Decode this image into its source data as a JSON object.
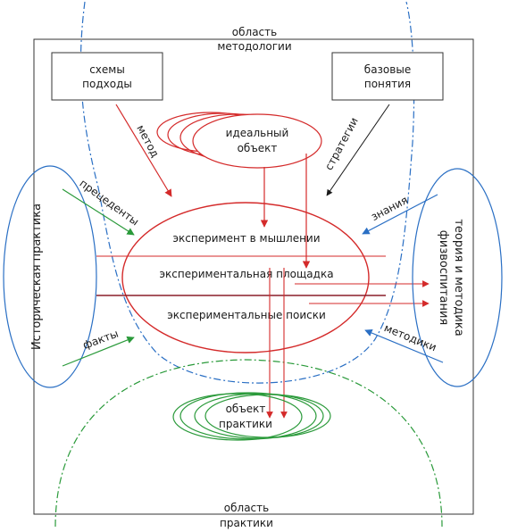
{
  "regions": {
    "methodology": {
      "line1": "область",
      "line2": "методологии"
    },
    "practice": {
      "line1": "область",
      "line2": "практики"
    }
  },
  "boxes": {
    "schemes": {
      "line1": "схемы",
      "line2": "подходы"
    },
    "concepts": {
      "line1": "базовые",
      "line2": "понятия"
    }
  },
  "ideal_object": {
    "line1": "идеальный",
    "line2": "объект"
  },
  "practice_object": {
    "line1": "объект",
    "line2": "практики"
  },
  "side_left": {
    "label": "Историческая практика"
  },
  "side_right": {
    "line1": "теория и методика",
    "line2": "физвоспитания"
  },
  "arrows": {
    "method": "метод",
    "strategies": "стратегии",
    "precedents": "прецеденты",
    "knowledge": "знания",
    "facts": "факты",
    "methods": "методики"
  },
  "center_layers": {
    "thought_experiment": "эксперимент в мышлении",
    "experimental_site": "экспериментальная площадка",
    "experimental_search": "экспериментальные поиски"
  },
  "colors": {
    "red": "#d42a2a",
    "blue": "#2a6fc4",
    "green": "#2a9a3a",
    "frame": "#333333",
    "dark_red": "#8a1f2a"
  }
}
